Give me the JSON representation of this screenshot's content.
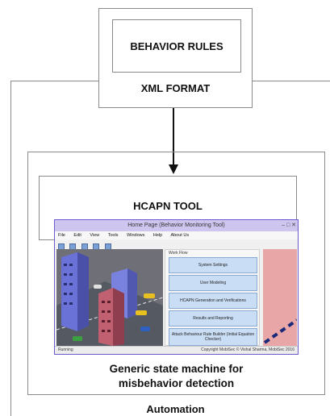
{
  "diagram": {
    "rules_box": {
      "label": "BEHAVIOR RULES"
    },
    "xml_label": "XML FORMAT",
    "hcapn_label": "HCAPN TOOL",
    "caption_line1": "Generic state machine for",
    "caption_line2": "misbehavior detection",
    "automation_label": "Automation"
  },
  "window": {
    "title": "Home Page (Behavior Monitoring Tool)",
    "controls": "–  □  ✕",
    "menu": [
      "File",
      "Edit",
      "View",
      "Tools",
      "Windows",
      "Help",
      "About Us"
    ],
    "workflow_label": "Work Flow",
    "buttons": [
      "System Settings",
      "User Modeling",
      "HCAPN Generation and Verifications",
      "Results and Reporting",
      "Attack Behaviour Rule Builder (Initial Equation Checker)"
    ],
    "status_left": "Running",
    "status_right": "Copyright MobiSec © Vishal Sharma, MobiSec 2016"
  },
  "colors": {
    "border": "#8a8a8a",
    "window_border": "#6a5acd",
    "button_fill": "#c9ddf5",
    "side_panel": "#e8a6a6"
  }
}
